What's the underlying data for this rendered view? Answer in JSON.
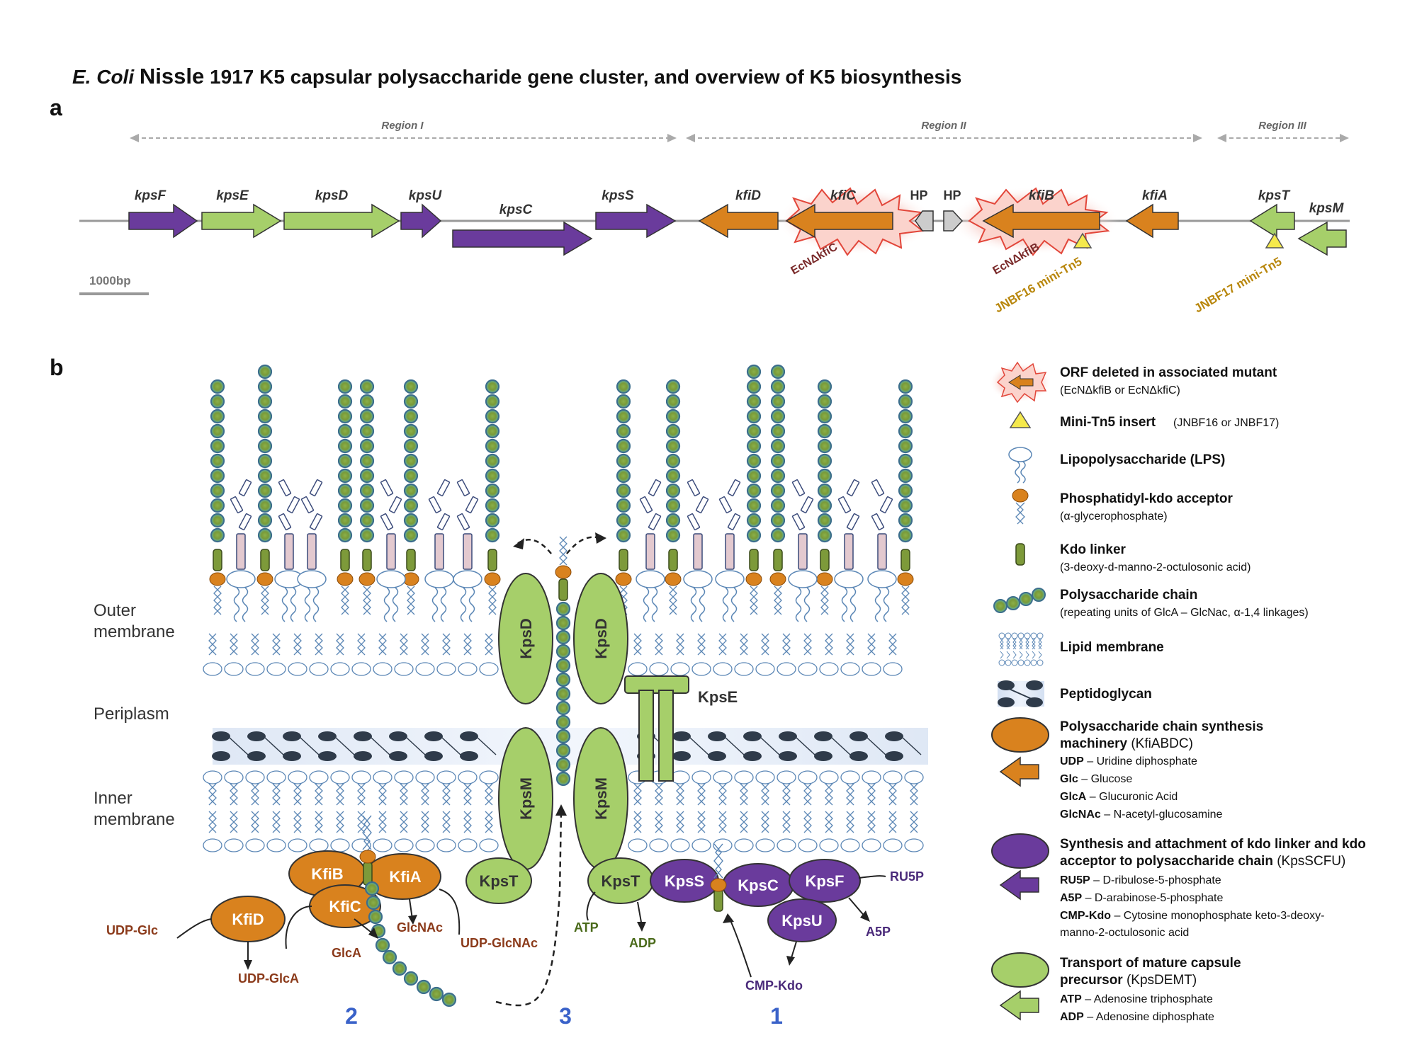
{
  "title": {
    "species": "E. Coli",
    "strain": "Nissle",
    "rest": "1917 K5 capsular polysaccharide gene cluster, and overview of K5 biosynthesis"
  },
  "panel_a": "a",
  "panel_b": "b",
  "regions": [
    "Region I",
    "Region II",
    "Region III"
  ],
  "genes": [
    {
      "name": "kpsF",
      "type": "purple"
    },
    {
      "name": "kpsE",
      "type": "green"
    },
    {
      "name": "kpsD",
      "type": "green"
    },
    {
      "name": "kpsU",
      "type": "purple"
    },
    {
      "name": "kpsC",
      "type": "purple"
    },
    {
      "name": "kpsS",
      "type": "purple"
    },
    {
      "name": "kfiD",
      "type": "orange"
    },
    {
      "name": "kfiC",
      "type": "orange"
    },
    {
      "name": "HP",
      "type": "gray"
    },
    {
      "name": "HP",
      "type": "gray"
    },
    {
      "name": "kfiB",
      "type": "orange"
    },
    {
      "name": "kfiA",
      "type": "orange"
    },
    {
      "name": "kpsT",
      "type": "green"
    },
    {
      "name": "kpsM",
      "type": "green"
    }
  ],
  "mutants": {
    "kfiC": "EcNΔkfiC",
    "kfiB": "EcNΔkfiB",
    "tn16": "JNBF16 mini-Tn5",
    "tn17": "JNBF17 mini-Tn5"
  },
  "scale_bar": "1000bp",
  "compartments": {
    "outer1": "Outer",
    "outer2": "membrane",
    "periplasm": "Periplasm",
    "inner1": "Inner",
    "inner2": "membrane"
  },
  "proteins": {
    "kpsD_left": "KpsD",
    "kpsD_right": "KpsD",
    "kpsE": "KpsE",
    "kpsM_left": "KpsM",
    "kpsM_right": "KpsM",
    "kpsT_left": "KpsT",
    "kpsT_right": "KpsT",
    "kpsS": "KpsS",
    "kpsC": "KpsC",
    "kpsF": "KpsF",
    "kpsU": "KpsU",
    "kfiB": "KfiB",
    "kfiA": "KfiA",
    "kfiC": "KfiC",
    "kfiD": "KfiD"
  },
  "metabolites": {
    "udp_glc": "UDP-Glc",
    "udp_glca": "UDP-GlcA",
    "glca": "GlcA",
    "glcnac": "GlcNAc",
    "udp_glcnac": "UDP-GlcNAc",
    "atp": "ATP",
    "adp": "ADP",
    "ru5p": "RU5P",
    "a5p": "A5P",
    "cmp_kdo": "CMP-Kdo"
  },
  "steps": [
    "2",
    "3",
    "1"
  ],
  "legend": [
    {
      "title": "ORF deleted in associated mutant",
      "sub": "(EcNΔkfiB or EcNΔkfiC)"
    },
    {
      "title": "Mini-Tn5 insert",
      "sub": "(JNBF16 or JNBF17)"
    },
    {
      "title": "Lipopolysaccharide (LPS)",
      "sub": ""
    },
    {
      "title": "Phosphatidyl-kdo acceptor",
      "sub": "(α-glycerophosphate)"
    },
    {
      "title": "Kdo linker",
      "sub": "(3-deoxy-d-manno-2-octulosonic acid)"
    },
    {
      "title": "Polysaccharide chain",
      "sub": "(repeating units of GlcA – GlcNac,  α-1,4 linkages)"
    },
    {
      "title": "Lipid membrane",
      "sub": ""
    },
    {
      "title": "Peptidoglycan",
      "sub": ""
    }
  ],
  "legend_groups": [
    {
      "title1": "Polysaccharide chain synthesis",
      "title2": "machinery",
      "tag": "(KfiABDC)",
      "items": [
        {
          "b": "UDP",
          "t": "– Uridine diphosphate"
        },
        {
          "b": "Glc",
          "t": "– Glucose"
        },
        {
          "b": "GlcA",
          "t": "– Glucuronic Acid"
        },
        {
          "b": "GlcNAc",
          "t": "– N-acetyl-glucosamine"
        }
      ]
    },
    {
      "title1": "Synthesis and attachment of kdo linker and kdo",
      "title2": "acceptor to polysaccharide chain",
      "tag": "(KpsSCFU)",
      "items": [
        {
          "b": "RU5P",
          "t": "– D-ribulose-5-phosphate"
        },
        {
          "b": "A5P",
          "t": "– D-arabinose-5-phosphate"
        },
        {
          "b": "CMP-Kdo",
          "t": "– Cytosine monophosphate keto-3-deoxy-"
        },
        {
          "b": "",
          "t": "manno-2-octulosonic acid"
        }
      ]
    },
    {
      "title1": "Transport of mature capsule",
      "title2": "precursor",
      "tag": "(KpsDEMT)",
      "items": [
        {
          "b": "ATP",
          "t": "– Adenosine triphosphate"
        },
        {
          "b": "ADP",
          "t": "– Adenosine diphosphate"
        }
      ]
    }
  ],
  "colors": {
    "purple": "#6a3b9c",
    "green": "#a6cf6a",
    "orange": "#d9821e",
    "gray": "#cccccc",
    "chain_inner": "#7d9a3a",
    "chain_outer": "#6bb5a5",
    "lipid": "#5a86b5",
    "step_num": "#3a62c9"
  }
}
